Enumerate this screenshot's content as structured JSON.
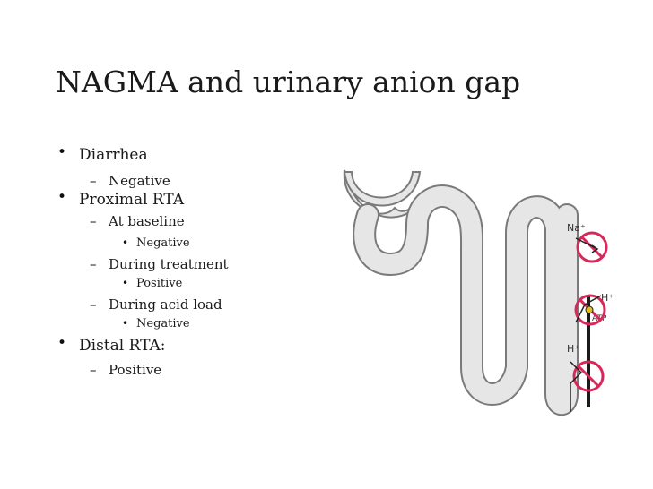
{
  "slide": {
    "title": "NAGMA and urinary anion gap",
    "items": [
      {
        "level": 1,
        "text": "Diarrhea"
      },
      {
        "level": 2,
        "text": "Negative"
      },
      {
        "level": 1,
        "text": "Proximal RTA"
      },
      {
        "level": 2,
        "text": "At baseline"
      },
      {
        "level": 3,
        "text": "Negative"
      },
      {
        "level": 2,
        "text": "During treatment"
      },
      {
        "level": 3,
        "text": "Positive"
      },
      {
        "level": 2,
        "text": "During acid load"
      },
      {
        "level": 3,
        "text": "Negative"
      },
      {
        "level": 1,
        "text": "Distal RTA:"
      },
      {
        "level": 2,
        "text": "Positive"
      }
    ]
  },
  "diagram": {
    "labels": {
      "na": "Na⁺",
      "h_top": "H⁺",
      "h_bottom": "H⁺",
      "atp": "ATP"
    },
    "colors": {
      "tubule_fill": "#e6e6e6",
      "tubule_stroke": "#7a7a7a",
      "prohibit": "#d8285a"
    }
  }
}
